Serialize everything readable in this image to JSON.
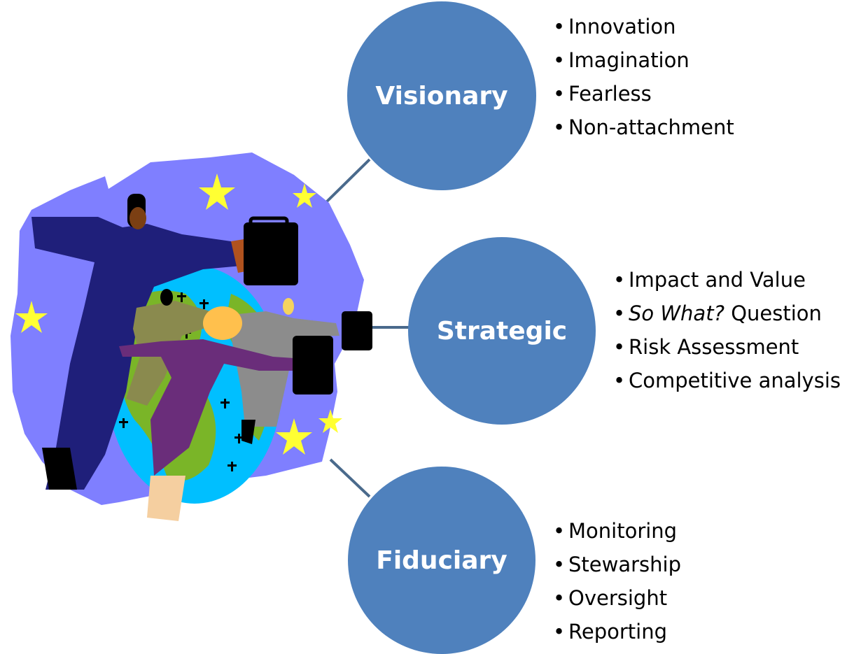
{
  "diagram": {
    "nodes": [
      {
        "id": "visionary",
        "label": "Visionary",
        "items": [
          "Innovation",
          "Imagination",
          "Fearless",
          "Non-attachment"
        ]
      },
      {
        "id": "strategic",
        "label": "Strategic",
        "items": [
          "Impact and Value",
          "Question",
          "Risk Assessment",
          "Competitive analysis"
        ],
        "italic_prefix": "So What?"
      },
      {
        "id": "fiduciary",
        "label": "Fiduciary",
        "items": [
          "Monitoring",
          "Stewarship",
          "Oversight",
          "Reporting"
        ]
      }
    ],
    "bullet_char": "•"
  },
  "colors": {
    "circle_fill": "#4f81bd",
    "connector": "#4a6a8c",
    "blob_background": "#7f7fff"
  }
}
